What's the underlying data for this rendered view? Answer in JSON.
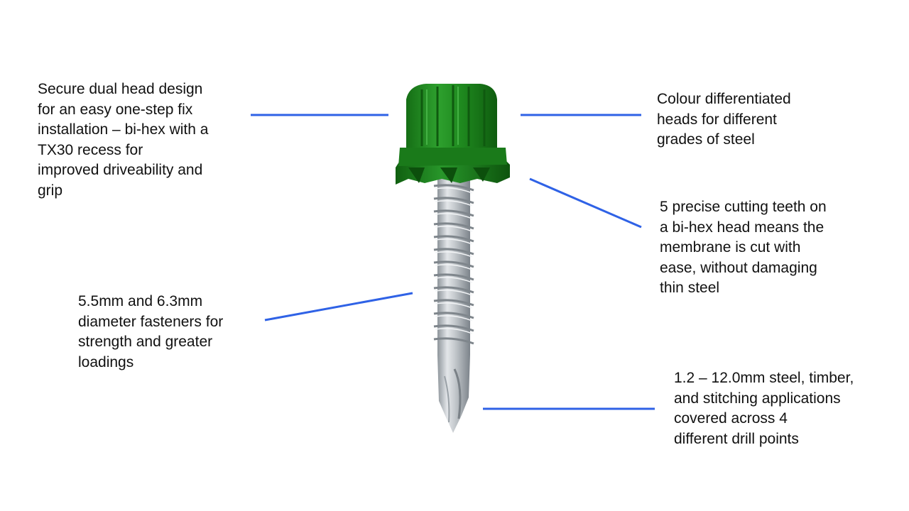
{
  "callouts": [
    {
      "id": "dual-head",
      "text": "Secure dual head design\nfor an easy one-step fix\ninstallation – bi-hex with a\nTX30 recess for\nimproved driveability and\ngrip"
    },
    {
      "id": "colour-heads",
      "text": "Colour differentiated\nheads for different\ngrades of steel"
    },
    {
      "id": "cutting-teeth",
      "text": "5 precise cutting teeth on\na bi-hex head means the\nmembrane is cut with\nease, without damaging\nthin steel"
    },
    {
      "id": "diameter",
      "text": "5.5mm and 6.3mm\ndiameter fasteners for\nstrength and greater\nloadings"
    },
    {
      "id": "drill-points",
      "text": "1.2 – 12.0mm steel, timber,\nand stitching applications\ncovered across 4\ndifferent drill points"
    }
  ],
  "colors": {
    "leader_line": "#2f62e6",
    "head_green": "#1e8a1e",
    "shank_grey": "#c4c8cc"
  }
}
